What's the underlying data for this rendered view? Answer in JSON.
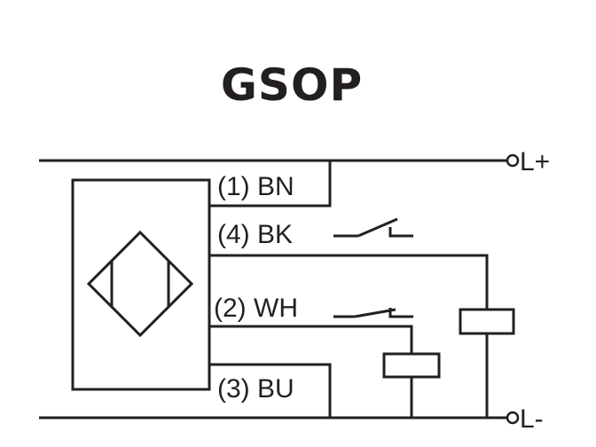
{
  "title": "GSOP",
  "wires": [
    {
      "id": "bn",
      "label": "(1) BN"
    },
    {
      "id": "bk",
      "label": "(4) BK"
    },
    {
      "id": "wh",
      "label": "(2) WH"
    },
    {
      "id": "bu",
      "label": "(3) BU"
    }
  ],
  "terminals": {
    "plus": "L+",
    "minus": "L-"
  },
  "colors": {
    "ink": "#231f20",
    "background": "#ffffff"
  }
}
